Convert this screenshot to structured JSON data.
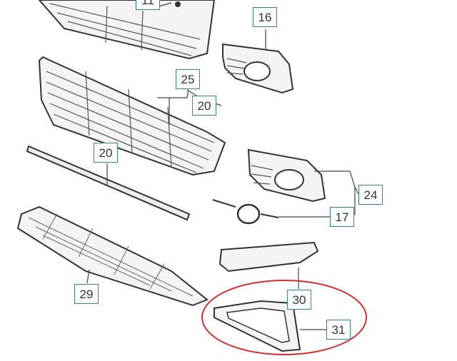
{
  "callouts": [
    "11",
    "16",
    "25",
    "20",
    "20",
    "24",
    "17",
    "29",
    "30",
    "31"
  ],
  "colors": {
    "callout_border": "#3a7f92",
    "highlight": "#d03030"
  }
}
